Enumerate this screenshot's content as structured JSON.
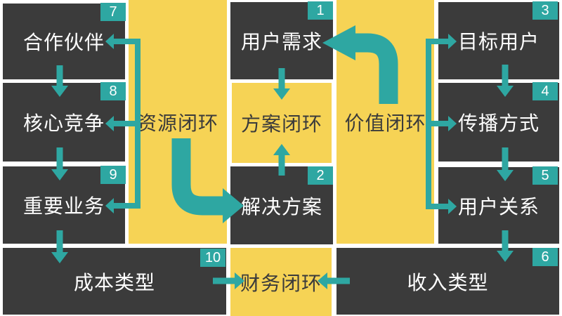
{
  "palette": {
    "yellow": "#F6D355",
    "teal": "#2EA7A2",
    "dark": "#3B3B3B",
    "bg": "#FFFFFF",
    "text_on_dark": "#FFFFFF",
    "text_on_yellow": "#3B3B3B"
  },
  "boxes": {
    "partners": {
      "label": "合作伙伴",
      "badge": "7"
    },
    "core_compete": {
      "label": "核心竞争",
      "badge": "8"
    },
    "key_business": {
      "label": "重要业务",
      "badge": "9"
    },
    "cost_type": {
      "label": "成本类型"
    },
    "resource_loop": {
      "label": "资源闭环"
    },
    "user_need": {
      "label": "用户需求",
      "badge": "1"
    },
    "solution_loop": {
      "label": "方案闭环"
    },
    "solution": {
      "label": "解决方案",
      "badge": "2"
    },
    "finance_loop": {
      "label": "财务闭环",
      "badge": "10"
    },
    "value_loop": {
      "label": "价值闭环"
    },
    "target_user": {
      "label": "目标用户",
      "badge": "3"
    },
    "spread_way": {
      "label": "传播方式",
      "badge": "4"
    },
    "user_relation": {
      "label": "用户关系",
      "badge": "5"
    },
    "revenue_type": {
      "label": "收入类型",
      "badge": "6"
    }
  },
  "flows": [
    {
      "from": "合作伙伴",
      "to": "核心竞争"
    },
    {
      "from": "核心竞争",
      "to": "重要业务"
    },
    {
      "from": "重要业务",
      "to": "成本类型"
    },
    {
      "from": "用户需求",
      "to": "方案闭环"
    },
    {
      "from": "解决方案",
      "to": "方案闭环"
    },
    {
      "from": "资源闭环",
      "to": "解决方案"
    },
    {
      "from": "资源闭环",
      "to": "合作伙伴"
    },
    {
      "from": "资源闭环",
      "to": "核心竞争"
    },
    {
      "from": "资源闭环",
      "to": "重要业务"
    },
    {
      "from": "价值闭环",
      "to": "用户需求"
    },
    {
      "from": "价值闭环",
      "to": "目标用户"
    },
    {
      "from": "价值闭环",
      "to": "传播方式"
    },
    {
      "from": "价值闭环",
      "to": "用户关系"
    },
    {
      "from": "目标用户",
      "to": "传播方式"
    },
    {
      "from": "传播方式",
      "to": "用户关系"
    },
    {
      "from": "用户关系",
      "to": "收入类型"
    },
    {
      "from": "成本类型",
      "to": "财务闭环"
    },
    {
      "from": "收入类型",
      "to": "财务闭环"
    }
  ]
}
